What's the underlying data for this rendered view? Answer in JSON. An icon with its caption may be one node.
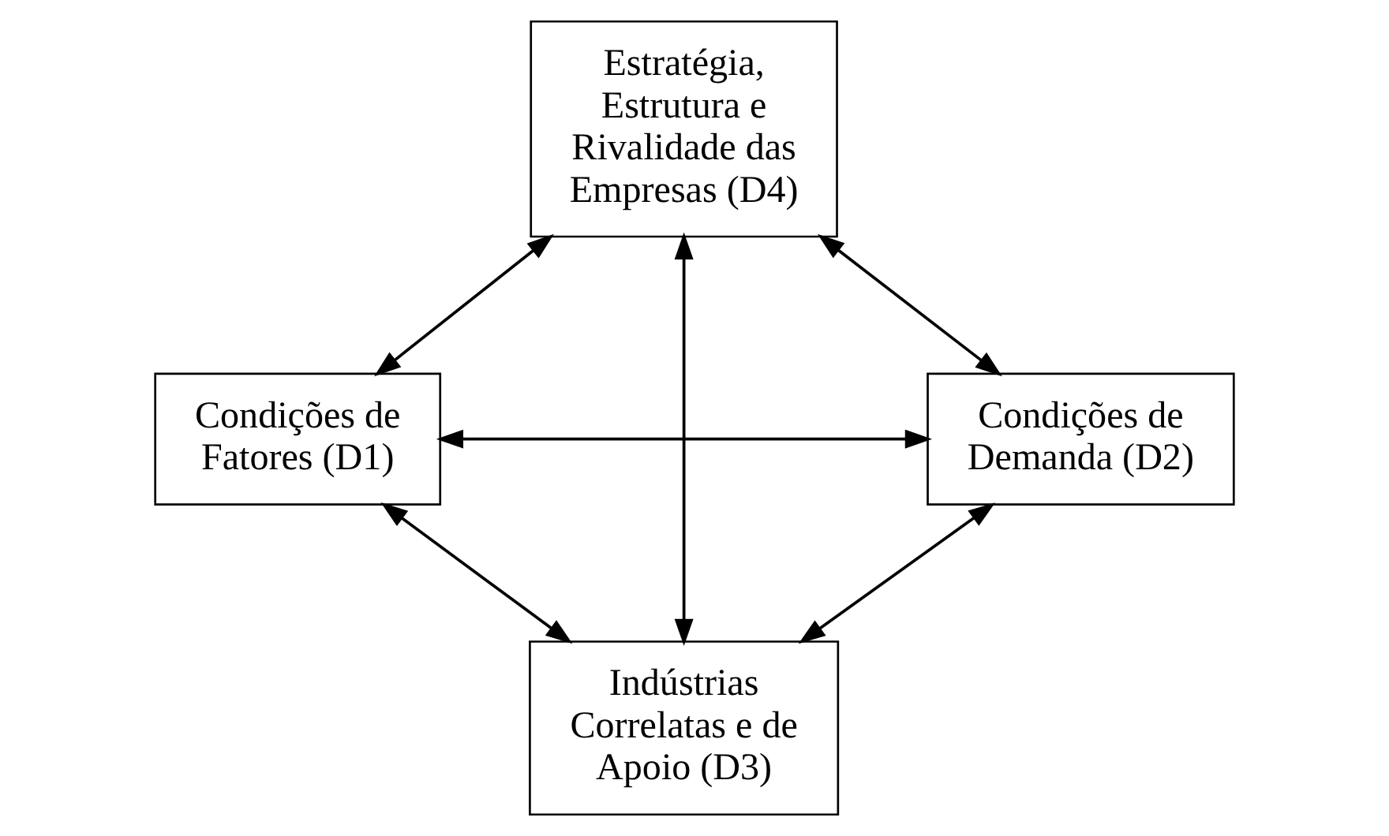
{
  "diagram": {
    "nodes": [
      {
        "text": [
          "Estratégia, Estrutura e Rivalidade das Empresas (D4)"
        ]
      },
      {
        "text": [
          "Condições de Fatores (D1)"
        ]
      },
      {
        "text": [
          "Condições de Demanda (D2)"
        ]
      },
      {
        "text": [
          "Indústrias Correlatas e de Apoio (D3)"
        ]
      }
    ],
    "edges": [
      {
        "from": 0,
        "to": 1,
        "arrow": "both"
      },
      {
        "from": 0,
        "to": 2,
        "arrow": "both"
      },
      {
        "from": 1,
        "to": 2,
        "arrow": "both"
      },
      {
        "from": 0,
        "to": 3,
        "arrow": "both"
      },
      {
        "from": 1,
        "to": 3,
        "arrow": "both"
      },
      {
        "from": 2,
        "to": 3,
        "arrow": "both"
      }
    ]
  }
}
